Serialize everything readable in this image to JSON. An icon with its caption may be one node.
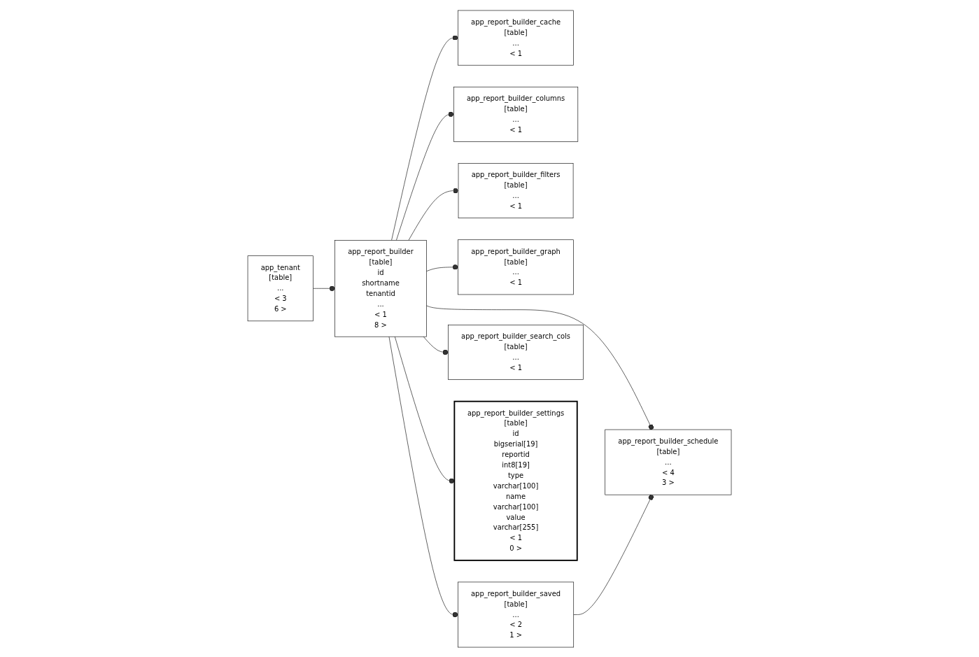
{
  "diagram": {
    "nodes": [
      {
        "text": [
          "app_tenant",
          "[table]",
          "...",
          "< 3",
          "6 >"
        ]
      },
      {
        "text": [
          "app_report_builder",
          "[table]",
          "id",
          "shortname",
          "tenantid",
          "...",
          "< 1",
          "8 >"
        ]
      },
      {
        "text": [
          "app_report_builder_cache",
          "[table]",
          "...",
          "< 1"
        ]
      },
      {
        "text": [
          "app_report_builder_columns",
          "[table]",
          "...",
          "< 1"
        ]
      },
      {
        "text": [
          "app_report_builder_filters",
          "[table]",
          "...",
          "< 1"
        ]
      },
      {
        "text": [
          "app_report_builder_graph",
          "[table]",
          "...",
          "< 1"
        ]
      },
      {
        "text": [
          "app_report_builder_saved",
          "[table]",
          "...",
          "< 2",
          "1 >"
        ]
      },
      {
        "text": [
          "app_report_builder_search_cols",
          "[table]",
          "...",
          "< 1"
        ]
      },
      {
        "text": [
          "app_report_builder_settings",
          "[table]",
          "id",
          "bigserial[19]",
          "reportid",
          "int8[19]",
          "type",
          "varchar[100]",
          "name",
          "varchar[100]",
          "value",
          "varchar[255]",
          "< 1",
          "0 >"
        ]
      },
      {
        "text": [
          "app_report_builder_schedule",
          "[table]",
          "...",
          "< 4",
          "3 >"
        ]
      }
    ],
    "edges": [
      {
        "from": 0,
        "to": 1,
        "arrow": "other"
      },
      {
        "from": 1,
        "to": 2,
        "arrow": "other"
      },
      {
        "from": 1,
        "to": 3,
        "arrow": "other"
      },
      {
        "from": 1,
        "to": 4,
        "arrow": "other"
      },
      {
        "from": 1,
        "to": 5,
        "arrow": "other"
      },
      {
        "from": 1,
        "to": 9,
        "arrow": "other"
      },
      {
        "from": 1,
        "to": 6,
        "arrow": "other"
      },
      {
        "from": 1,
        "to": 7,
        "arrow": "other"
      },
      {
        "from": 1,
        "to": 8,
        "arrow": "other"
      },
      {
        "from": 6,
        "to": 9,
        "arrow": "other"
      }
    ]
  }
}
